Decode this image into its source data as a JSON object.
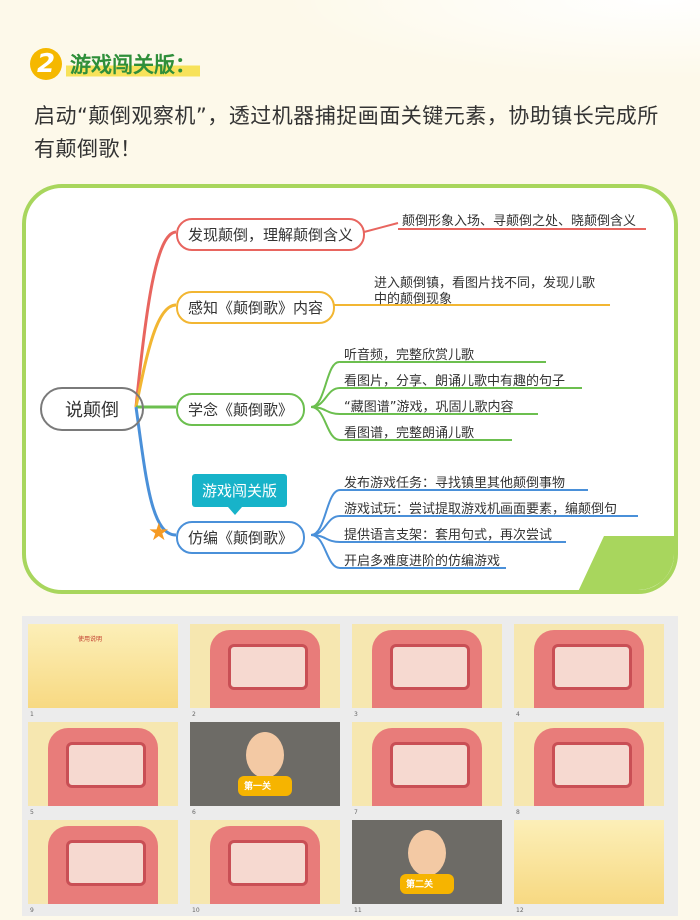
{
  "section": {
    "number": "2",
    "title": "游戏闯关版："
  },
  "intro": "启动“颠倒观察机”，透过机器捕捉画面关键元素，协助镇长完成所有颠倒歌！",
  "mindmap": {
    "root": "说颠倒",
    "branches": [
      {
        "label": "发现颠倒，理解颠倒含义",
        "color": "#e8655f",
        "children": [
          "颠倒形象入场、寻颠倒之处、晓颠倒含义"
        ]
      },
      {
        "label": "感知《颠倒歌》内容",
        "color": "#f2b632",
        "children": [
          "进入颠倒镇，看图片找不同，发现儿歌",
          "中的颠倒现象"
        ]
      },
      {
        "label": "学念《颠倒歌》",
        "color": "#6cbf4f",
        "children": [
          "听音频，完整欣赏儿歌",
          "看图片，分享、朗诵儿歌中有趣的句子",
          "“藏图谱”游戏，巩固儿歌内容",
          "看图谱，完整朗诵儿歌"
        ]
      },
      {
        "label": "仿编《颠倒歌》",
        "color": "#4a90d9",
        "children": [
          "发布游戏任务：寻找镇里其他颠倒事物",
          "游戏试玩：尝试提取游戏机画面要素，编颠倒句",
          "提供语言支架：套用句式，再次尝试",
          "开启多难度进阶的仿编游戏"
        ]
      }
    ],
    "tag": "游戏闯关版"
  },
  "slides": [
    {
      "n": "1",
      "title": "使用说明",
      "kind": "plain"
    },
    {
      "n": "2",
      "kind": "machine"
    },
    {
      "n": "3",
      "kind": "machine"
    },
    {
      "n": "4",
      "kind": "machine"
    },
    {
      "n": "5",
      "kind": "machine"
    },
    {
      "n": "6",
      "kind": "dark",
      "caption": "第一关"
    },
    {
      "n": "7",
      "kind": "machine"
    },
    {
      "n": "8",
      "kind": "machine"
    },
    {
      "n": "9",
      "kind": "machine"
    },
    {
      "n": "10",
      "kind": "machine"
    },
    {
      "n": "11",
      "kind": "dark",
      "caption": "第二关"
    },
    {
      "n": "12",
      "kind": "plain"
    }
  ]
}
